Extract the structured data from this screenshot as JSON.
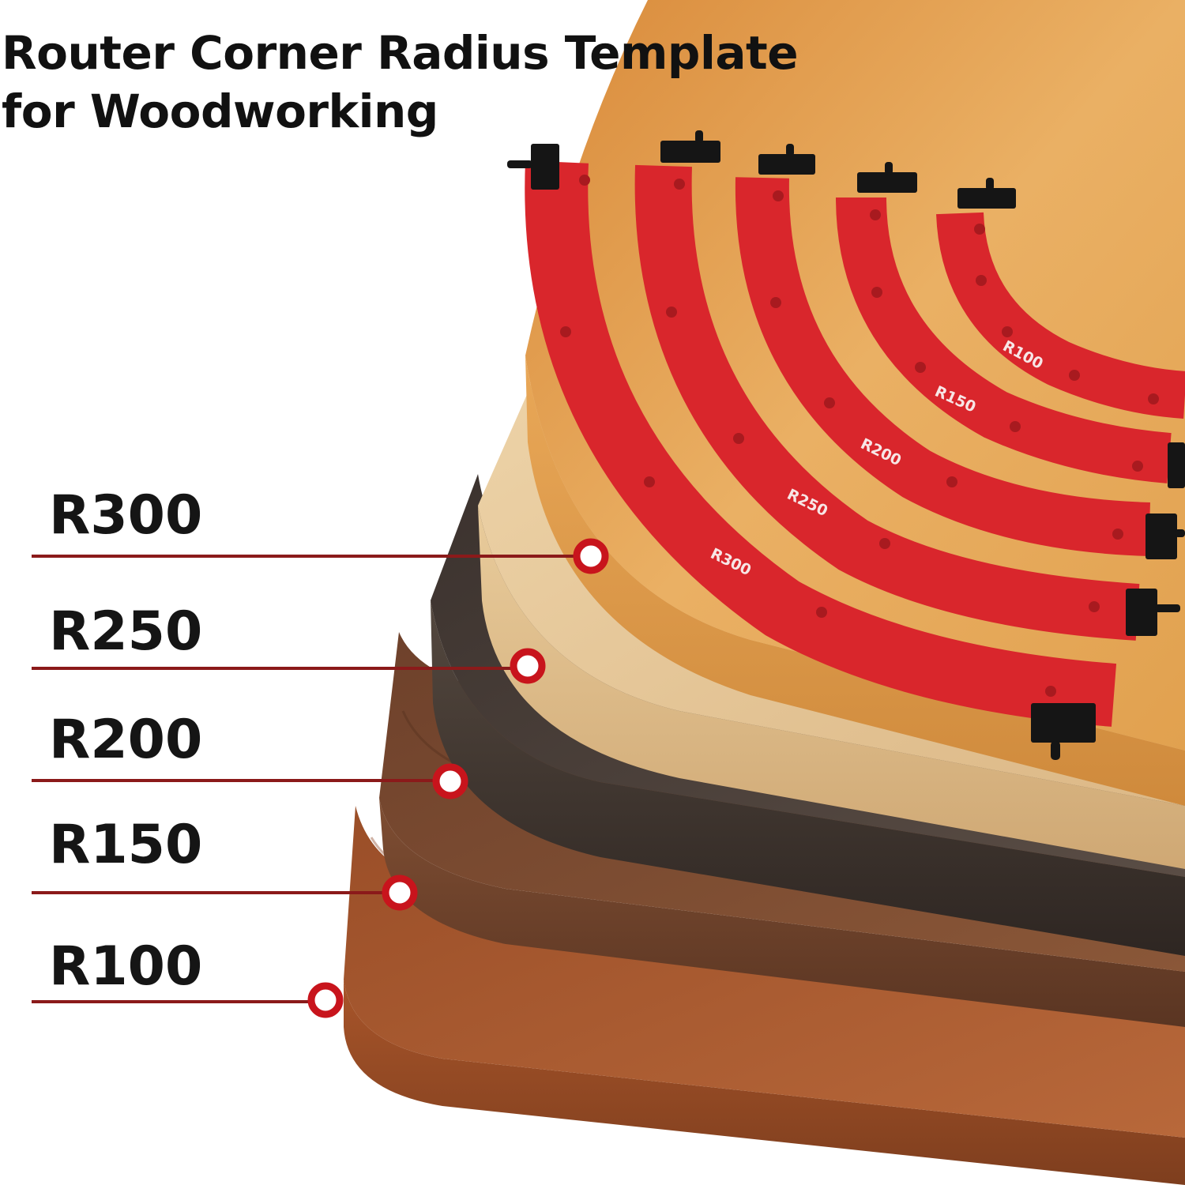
{
  "title": {
    "line1": "Router Corner Radius Template",
    "line2": "for Woodworking"
  },
  "sizes": [
    {
      "label": "R300"
    },
    {
      "label": "R250"
    },
    {
      "label": "R200"
    },
    {
      "label": "R150"
    },
    {
      "label": "R100"
    }
  ],
  "template_marks": [
    "R100",
    "R150",
    "R200",
    "R250",
    "R300"
  ],
  "colors": {
    "template_red": "#d9262c",
    "callout_line": "#8b1a1a",
    "marker_ring": "#c8141c",
    "board_light_orange": "#e3a04e",
    "board_pale_bamboo": "#e7c796",
    "board_dark_gray": "#4a3f3a",
    "board_walnut": "#7a4a32",
    "board_cherry": "#a85a30",
    "clamp_black": "#151515"
  }
}
